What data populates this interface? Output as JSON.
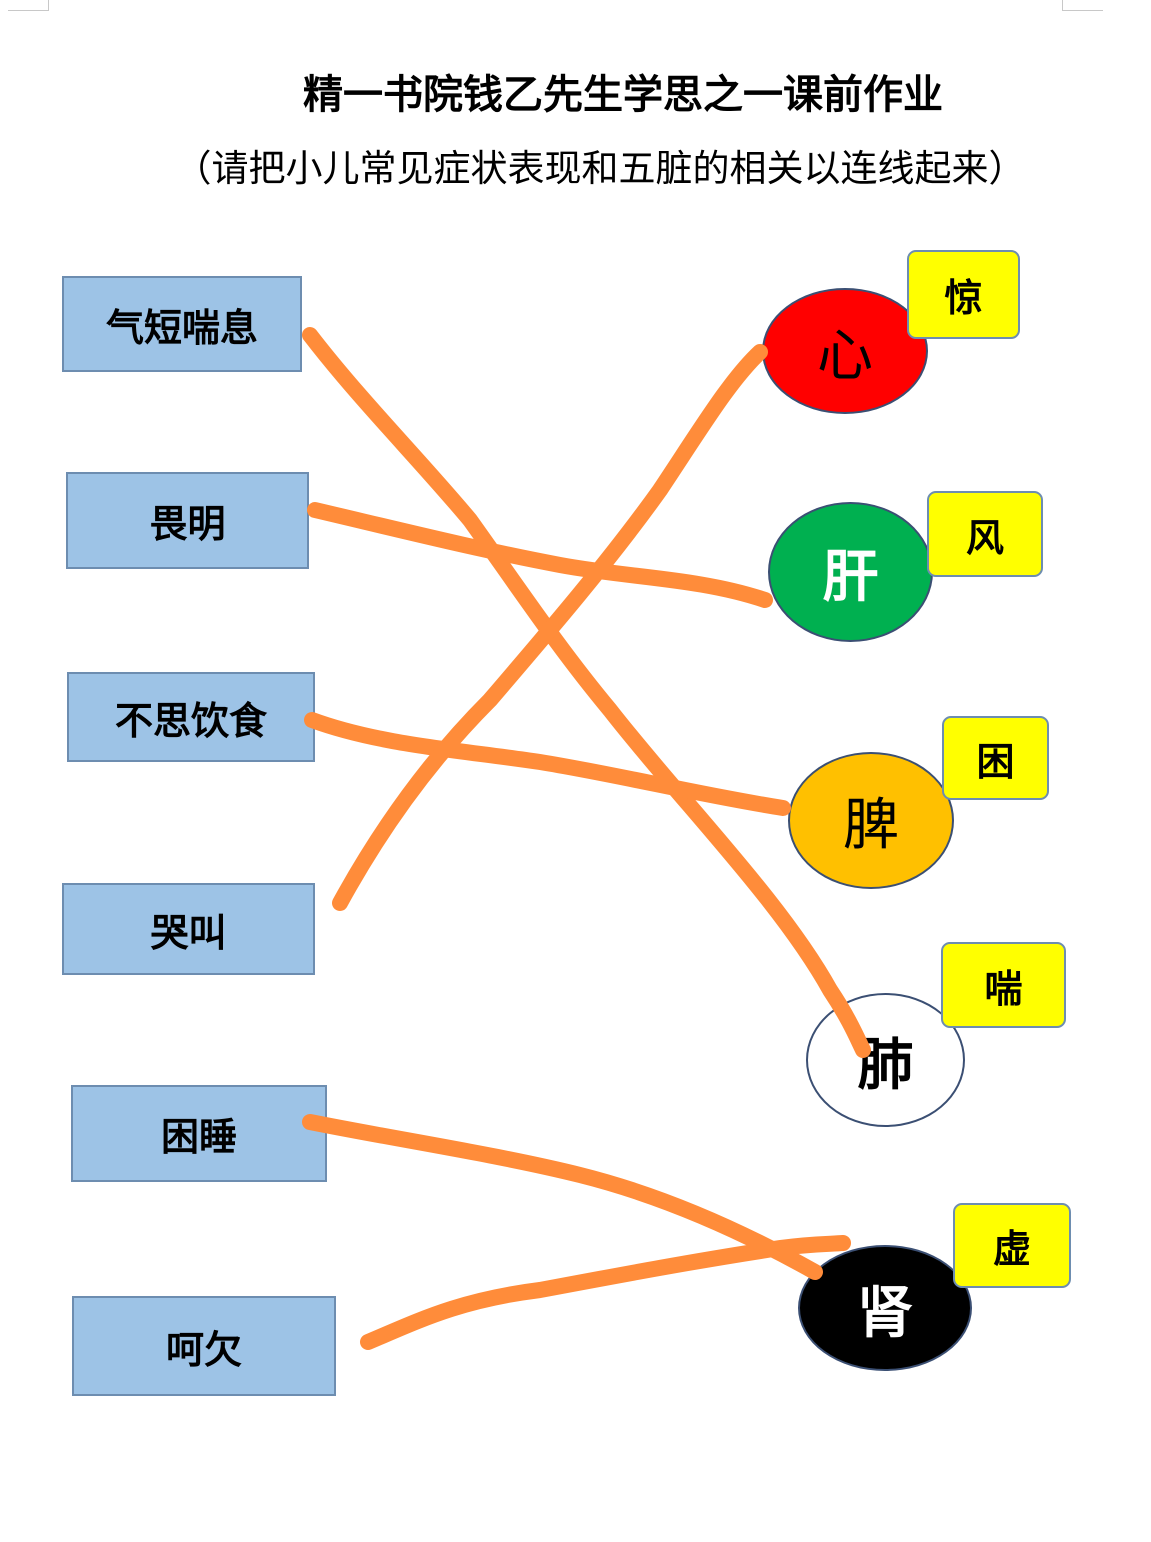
{
  "title": "精一书院钱乙先生学思之一课前作业",
  "subtitle": "（请把小儿常见症状表现和五脏的相关以连线起来）",
  "symptoms": [
    "气短喘息",
    "畏明",
    "不思饮食",
    "哭叫",
    "困睡",
    "呵欠"
  ],
  "organs": [
    {
      "label": "心",
      "tag": "惊",
      "color": "#ff0000",
      "text_color": "#000000"
    },
    {
      "label": "肝",
      "tag": "风",
      "color": "#00b050",
      "text_color": "#ffffff"
    },
    {
      "label": "脾",
      "tag": "困",
      "color": "#ffc000",
      "text_color": "#000000"
    },
    {
      "label": "肺",
      "tag": "喘",
      "color": "#ffffff",
      "text_color": "#000000"
    },
    {
      "label": "肾",
      "tag": "虚",
      "color": "#000000",
      "text_color": "#ffffff"
    }
  ],
  "connections": [
    {
      "from": "气短喘息",
      "to": "肺"
    },
    {
      "from": "畏明",
      "to": "肝"
    },
    {
      "from": "不思饮食",
      "to": "脾"
    },
    {
      "from": "哭叫",
      "to": "心"
    },
    {
      "from": "困睡",
      "to": "肾"
    },
    {
      "from": "呵欠",
      "to": "肾"
    }
  ],
  "colors": {
    "line": "#ff8c3a",
    "box_fill": "#9dc3e6",
    "tag_fill": "#ffff00"
  }
}
